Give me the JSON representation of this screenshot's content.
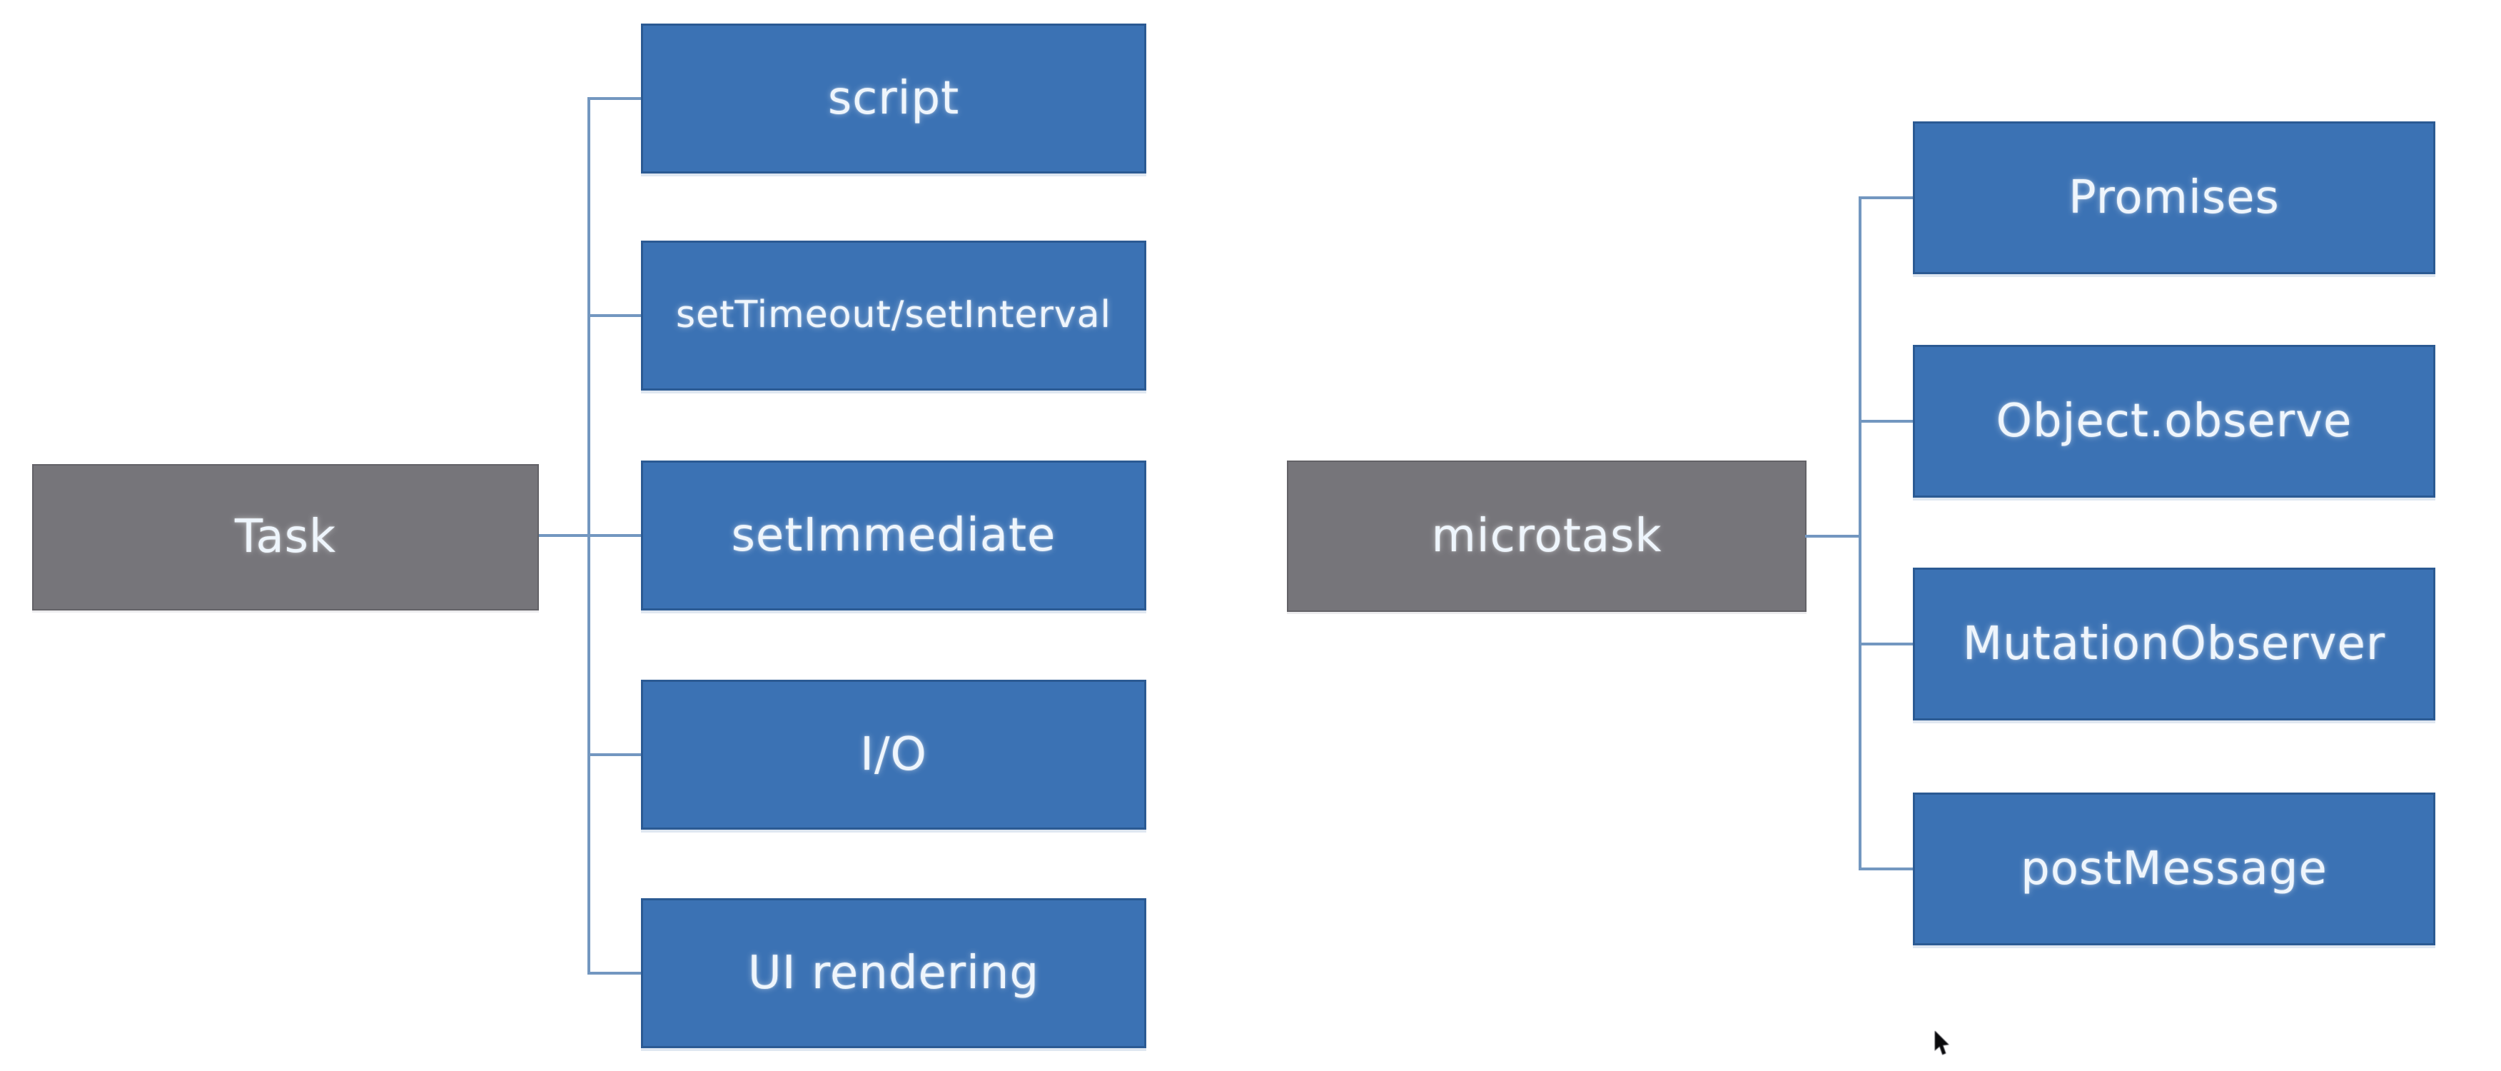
{
  "diagram": {
    "type": "tree-flowchart",
    "topic": "JavaScript event loop task sources",
    "background": "#ffffff",
    "colors": {
      "parent_fill": "#76757a",
      "parent_border": "#636267",
      "child_fill": "#3b72b4",
      "child_border": "#2b5a93",
      "connector": "#7397c0",
      "label_text": "#eef5fc",
      "bg": "#ffffff"
    },
    "trees": [
      {
        "root": {
          "label": "Task"
        },
        "children": [
          {
            "label": "script"
          },
          {
            "label": "setTimeout/setInterval"
          },
          {
            "label": "setImmediate"
          },
          {
            "label": "I/O"
          },
          {
            "label": "UI rendering"
          }
        ]
      },
      {
        "root": {
          "label": "microtask"
        },
        "children": [
          {
            "label": "Promises"
          },
          {
            "label": "Object.observe"
          },
          {
            "label": "MutationObserver"
          },
          {
            "label": "postMessage"
          }
        ]
      }
    ],
    "cursor": {
      "shape": "arrow-pointer",
      "color": "#000000"
    }
  }
}
